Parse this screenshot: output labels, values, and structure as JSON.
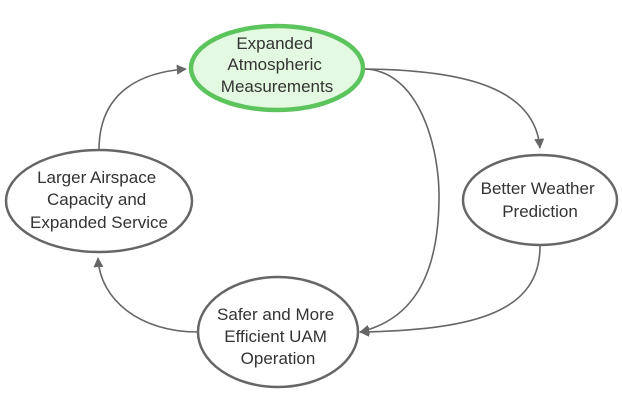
{
  "diagram": {
    "title": "Atmospheric measurement feedback cycle",
    "colors": {
      "highlight_fill": "#e3f9e1",
      "highlight_stroke": "#5cc45c",
      "node_fill": "#ffffff",
      "node_stroke": "#666666",
      "edge": "#666666",
      "text": "#333333"
    },
    "nodes": [
      {
        "id": "expanded-atmospheric-measurements",
        "lines": [
          "Expanded",
          "Atmospheric",
          "Measurements"
        ],
        "highlighted": true
      },
      {
        "id": "better-weather-prediction",
        "lines": [
          "Better Weather",
          "Prediction"
        ],
        "highlighted": false
      },
      {
        "id": "safer-uam-operation",
        "lines": [
          "Safer and More",
          "Efficient UAM",
          "Operation"
        ],
        "highlighted": false
      },
      {
        "id": "larger-airspace-capacity",
        "lines": [
          "Larger Airspace",
          "Capacity and",
          "Expanded Service"
        ],
        "highlighted": false
      }
    ],
    "edges": [
      {
        "from": "expanded-atmospheric-measurements",
        "to": "better-weather-prediction"
      },
      {
        "from": "expanded-atmospheric-measurements",
        "to": "safer-uam-operation"
      },
      {
        "from": "better-weather-prediction",
        "to": "safer-uam-operation"
      },
      {
        "from": "safer-uam-operation",
        "to": "larger-airspace-capacity"
      },
      {
        "from": "larger-airspace-capacity",
        "to": "expanded-atmospheric-measurements"
      }
    ]
  }
}
